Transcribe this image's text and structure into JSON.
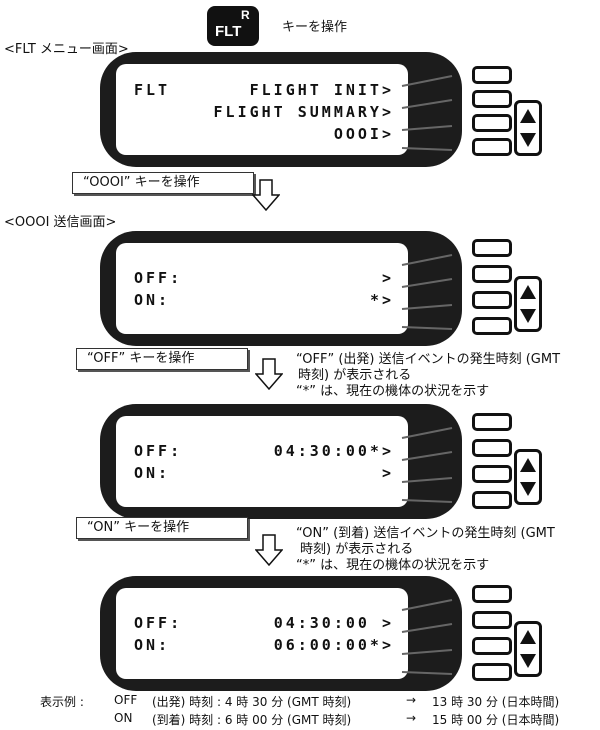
{
  "flt_key": {
    "main": "FLT",
    "superscript": "R"
  },
  "flt_key_instruction": "キーを操作",
  "menu_heading": "<FLT メニュー画面>",
  "send_heading": "<OOOI 送信画面>",
  "screens": {
    "menu": {
      "rows": [
        {
          "left": "FLT",
          "right": "FLIGHT INIT>"
        },
        {
          "left": "",
          "right": "FLIGHT SUMMARY>"
        },
        {
          "left": "",
          "right": "OOOI>"
        }
      ]
    },
    "send_initial": {
      "rows": [
        {
          "left": "OFF:",
          "right": ">"
        },
        {
          "left": "ON:",
          "right": "*>"
        }
      ]
    },
    "after_off": {
      "rows": [
        {
          "left": "OFF:",
          "right": "04:30:00*>"
        },
        {
          "left": "ON:",
          "right": ">"
        }
      ]
    },
    "after_on": {
      "rows": [
        {
          "left": "OFF:",
          "right": "04:30:00 >"
        },
        {
          "left": "ON:",
          "right": "06:00:00*>"
        }
      ]
    }
  },
  "actions": {
    "oooi_key": "“OOOI” キーを操作",
    "off_key": "“OFF” キーを操作",
    "on_key": "“ON” キーを操作"
  },
  "notes": {
    "off_line1": "“OFF” (出発) 送信イベントの発生時刻 (GMT",
    "off_line2": "時刻) が表示される",
    "off_line3": "“*” は、現在の機体の状況を示す",
    "on_line1": "“ON” (到着) 送信イベントの発生時刻 (GMT",
    "on_line2": "時刻) が表示される",
    "on_line3": "“*” は、現在の機体の状況を示す"
  },
  "footer": {
    "label": "表示例 :",
    "off_row": {
      "name": "OFF",
      "desc": "(出発) 時刻 : 4 時 30 分 (GMT 時刻)",
      "arrow": "→",
      "result": "13 時 30 分 (日本時間)"
    },
    "on_row": {
      "name": "ON",
      "desc": "(到着) 時刻 : 6 時 00 分 (GMT 時刻)",
      "arrow": "→",
      "result": "15 時 00 分 (日本時間)"
    }
  },
  "colors": {
    "panel": "#1c1c1c",
    "screen": "#ffffff",
    "ink": "#111111"
  },
  "icons": [
    "flt-key-icon",
    "down-arrow-icon",
    "up-down-arrow-icon",
    "line-select-key-icon"
  ]
}
